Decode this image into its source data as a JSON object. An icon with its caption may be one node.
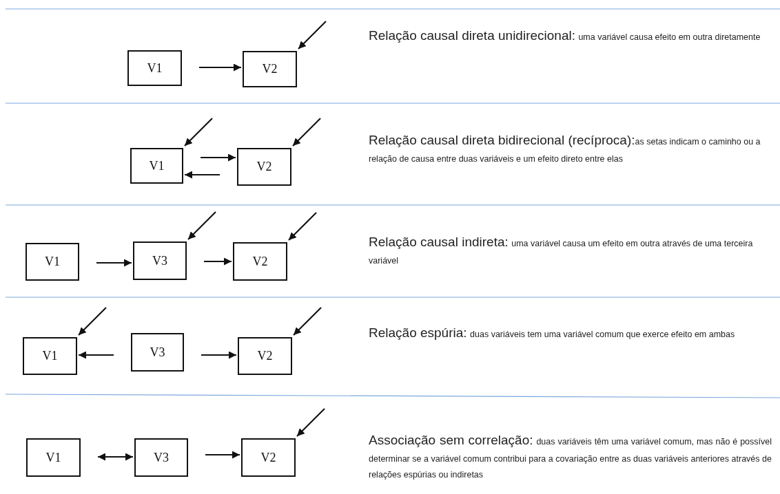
{
  "diagram": {
    "nodes": [
      {
        "text": [
          "V1"
        ]
      },
      {
        "text": [
          "V2"
        ]
      },
      {
        "text": [
          "V1"
        ]
      },
      {
        "text": [
          "V2"
        ]
      },
      {
        "text": [
          "V1"
        ]
      },
      {
        "text": [
          "V3"
        ]
      },
      {
        "text": [
          "V2"
        ]
      },
      {
        "text": [
          "V1"
        ]
      },
      {
        "text": [
          "V3"
        ]
      },
      {
        "text": [
          "V2"
        ]
      },
      {
        "text": [
          "V1"
        ]
      },
      {
        "text": [
          "V3"
        ]
      },
      {
        "text": [
          "V2"
        ]
      }
    ],
    "edges": [
      {
        "from": 0,
        "to": 1,
        "arrow": "to"
      },
      {
        "from": null,
        "to": 1,
        "arrow": "to"
      },
      {
        "from": null,
        "to": 2,
        "arrow": "to"
      },
      {
        "from": null,
        "to": 3,
        "arrow": "to"
      },
      {
        "from": 2,
        "to": 3,
        "arrow": "to"
      },
      {
        "from": 3,
        "to": 2,
        "arrow": "to"
      },
      {
        "from": 4,
        "to": 5,
        "arrow": "to"
      },
      {
        "from": 5,
        "to": 6,
        "arrow": "to"
      },
      {
        "from": null,
        "to": 5,
        "arrow": "to"
      },
      {
        "from": null,
        "to": 6,
        "arrow": "to"
      },
      {
        "from": null,
        "to": 7,
        "arrow": "to"
      },
      {
        "from": null,
        "to": 9,
        "arrow": "to"
      },
      {
        "from": 8,
        "to": 7,
        "arrow": "to"
      },
      {
        "from": 8,
        "to": 9,
        "arrow": "to"
      },
      {
        "from": 10,
        "to": 11,
        "arrow": "both"
      },
      {
        "from": 11,
        "to": 12,
        "arrow": "to"
      },
      {
        "from": null,
        "to": 12,
        "arrow": "to"
      }
    ],
    "labels": [
      "Relação causal direta unidirecional:",
      "uma variável causa efeito em outra diretamente",
      "Relação causal direta bidirecional (recíproca):",
      "as setas indicam o caminho ou a relação de causa entre duas variáveis e um efeito direto entre elas",
      "Relação causal indireta:",
      "uma variável causa um efeito em outra através de uma terceira variável",
      "Relação espúria:",
      "duas variáveis tem uma variável comum que exerce efeito em ambas",
      "Associação sem correlação:",
      "duas variáveis têm uma variável comum, mas não é possível determinar se a variável comum contribui para a covariação entre as duas variáveis anteriores através de relações espúrias ou indiretas"
    ]
  }
}
